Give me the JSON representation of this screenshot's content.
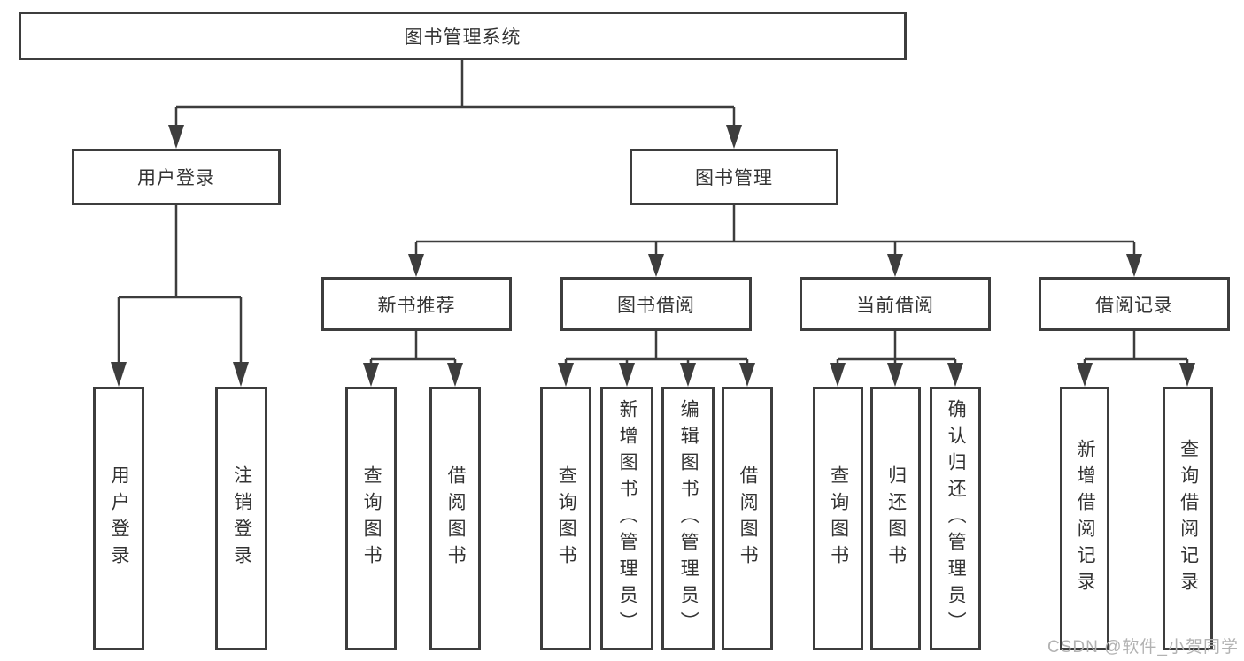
{
  "diagram": {
    "title": "图书管理系统",
    "root": {
      "label": "图书管理系统"
    },
    "user_login": {
      "label": "用户登录",
      "children": {
        "login": "用户登录",
        "logout": "注销登录"
      }
    },
    "book_mgmt": {
      "label": "图书管理"
    },
    "new_book_rec": {
      "label": "新书推荐",
      "children": {
        "query": "查询图书",
        "borrow": "借阅图书"
      }
    },
    "book_borrow": {
      "label": "图书借阅",
      "children": {
        "query": "查询图书",
        "add": "新增图书（管理员）",
        "edit": "编辑图书（管理员）",
        "borrow": "借阅图书"
      }
    },
    "current_borrow": {
      "label": "当前借阅",
      "children": {
        "query": "查询图书",
        "return": "归还图书",
        "confirm": "确认归还（管理员）"
      }
    },
    "borrow_records": {
      "label": "借阅记录",
      "children": {
        "add": "新增借阅记录",
        "query": "查询借阅记录"
      }
    },
    "colors": {
      "line": "#3d3d3d",
      "box_border": "#3d3d3d",
      "text": "#333333",
      "watermark_text": "#b2b2b2",
      "background": "#ffffff"
    }
  },
  "watermark": "CSDN @软件_小贺同学"
}
